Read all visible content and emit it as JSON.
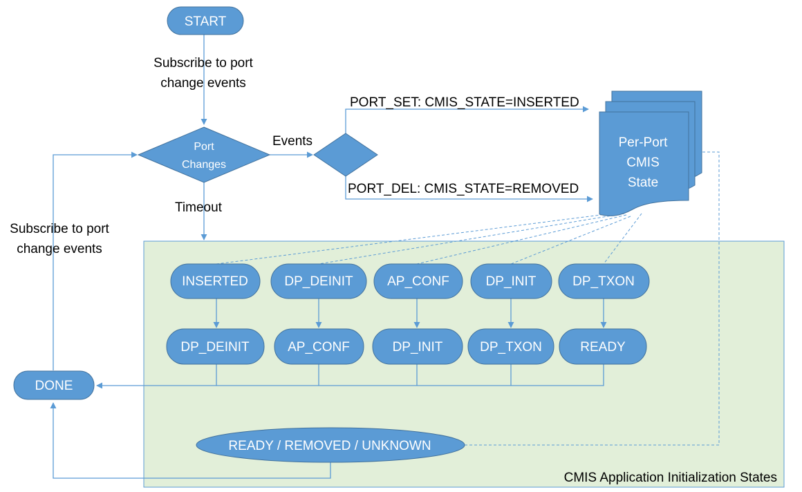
{
  "colors": {
    "node_fill": "#5b9bd5",
    "node_stroke": "#41719c",
    "line": "#5b9bd5",
    "region_fill": "#e2efd9",
    "region_stroke": "#5b9bd5",
    "text_on_node": "#ffffff",
    "text": "#000000"
  },
  "nodes": {
    "start": "START",
    "port_changes_line1": "Port",
    "port_changes_line2": "Changes",
    "per_port_line1": "Per-Port",
    "per_port_line2": "CMIS",
    "per_port_line3": "State",
    "done": "DONE",
    "final_states": "READY / REMOVED / UNKNOWN"
  },
  "state_rows": {
    "top": [
      "INSERTED",
      "DP_DEINIT",
      "AP_CONF",
      "DP_INIT",
      "DP_TXON"
    ],
    "bottom": [
      "DP_DEINIT",
      "AP_CONF",
      "DP_INIT",
      "DP_TXON",
      "READY"
    ]
  },
  "labels": {
    "subscribe_top_line1": "Subscribe to port",
    "subscribe_top_line2": "change events",
    "subscribe_left_line1": "Subscribe to port",
    "subscribe_left_line2": "change events",
    "events": "Events",
    "timeout": "Timeout",
    "port_set": "PORT_SET: CMIS_STATE=INSERTED",
    "port_del": "PORT_DEL: CMIS_STATE=REMOVED",
    "region_title": "CMIS Application Initialization States"
  }
}
